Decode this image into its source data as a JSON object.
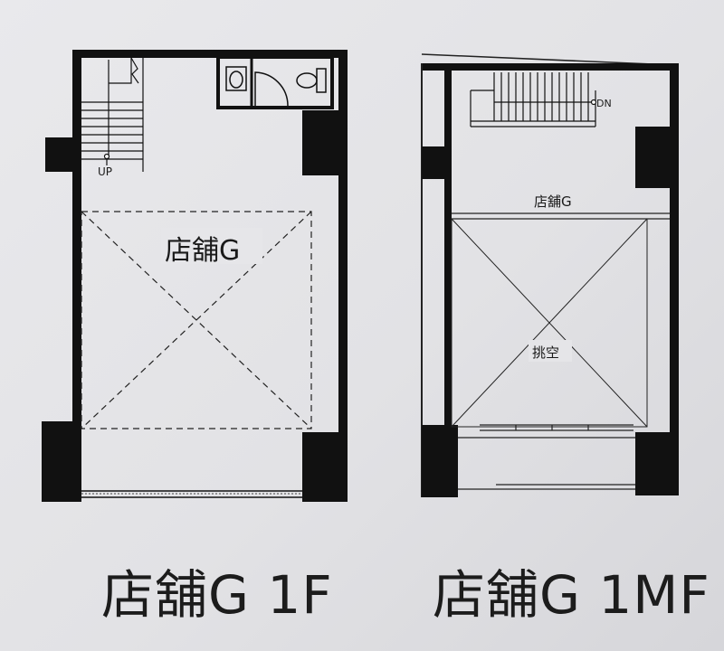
{
  "plans": [
    {
      "floor_label": "店舖G 1F",
      "room_label": "店舖G",
      "stair_label": "UP"
    },
    {
      "floor_label": "店舖G 1MF",
      "room_label": "店舖G",
      "void_label": "挑空",
      "stair_label": "DN"
    }
  ]
}
